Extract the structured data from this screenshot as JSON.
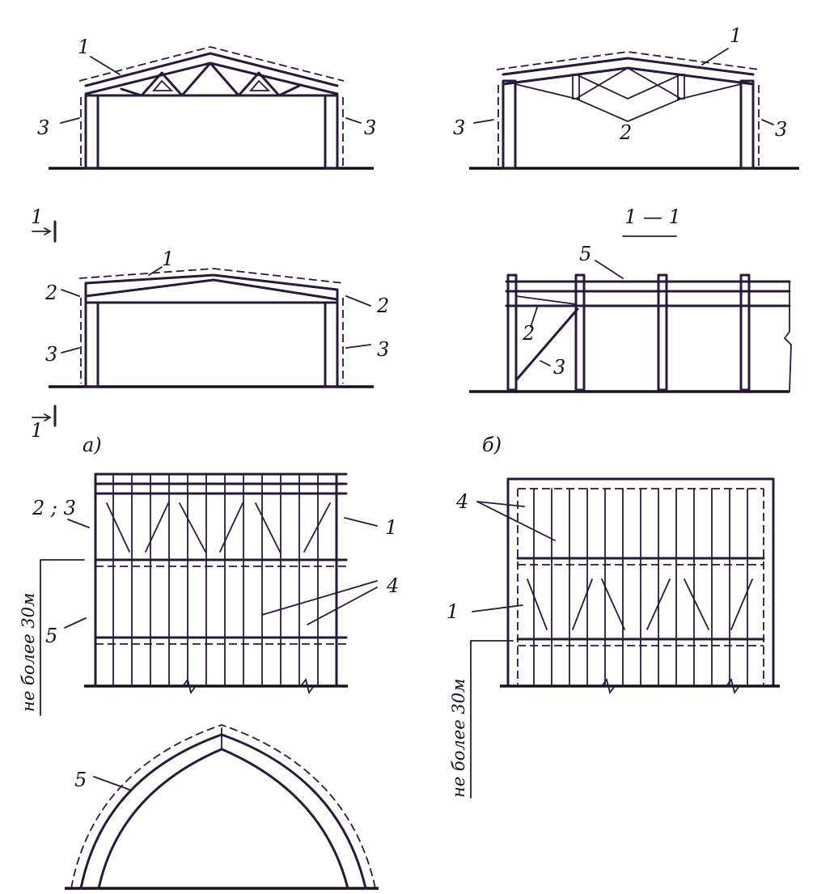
{
  "labels": {
    "n1": "1",
    "n2": "2",
    "n3": "3",
    "n4": "4",
    "n5": "5",
    "n23": "2 ; 3",
    "section": "1 — 1",
    "variant_a": "а)",
    "variant_b": "б)",
    "limit_text": "не более 30м",
    "limit_text_left": "не более 30м"
  },
  "colors": {
    "line": "#2a1a3a",
    "paper": "#ffffff"
  }
}
